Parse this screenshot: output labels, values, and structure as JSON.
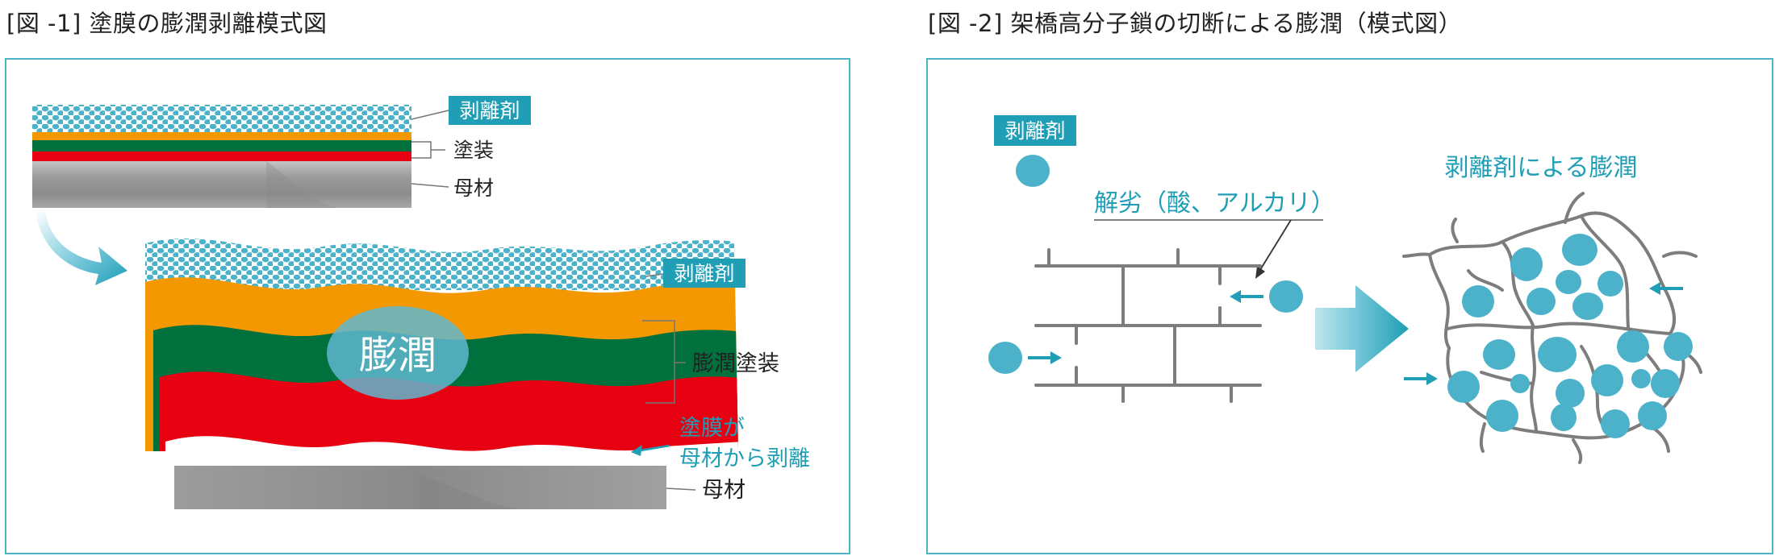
{
  "figure1": {
    "title": "[図 -1] 塗膜の膨潤剥離模式図",
    "label_stripper_top": "剥離剤",
    "label_coating_top": "塗装",
    "label_substrate_top": "母材",
    "label_stripper_wave": "剥離剤",
    "label_swelling": "膨潤",
    "label_swollen_coating": "膨潤塗装",
    "label_peel_line1": "塗膜が",
    "label_peel_line2": "母材から剥離",
    "label_substrate_bottom": "母材"
  },
  "figure2": {
    "title": "[図 -2] 架橋高分子鎖の切断による膨潤（模式図）",
    "label_stripper": "剥離剤",
    "label_degradation": "解劣（酸、アルカリ）",
    "label_swelling_by_stripper": "剥離剤による膨潤"
  },
  "colors": {
    "accent": "#1f9eb5",
    "dot": "#4bb2c9",
    "orange": "#f39800",
    "green": "#00703c",
    "red": "#e60012",
    "gray": "#9a9a9a",
    "chain": "#7d7d7d",
    "frame": "#4fb3c6"
  },
  "icons": {
    "curved_arrow": "curved-arrow-icon",
    "block_arrow": "block-arrow-icon",
    "small_arrow": "small-arrow-icon"
  }
}
